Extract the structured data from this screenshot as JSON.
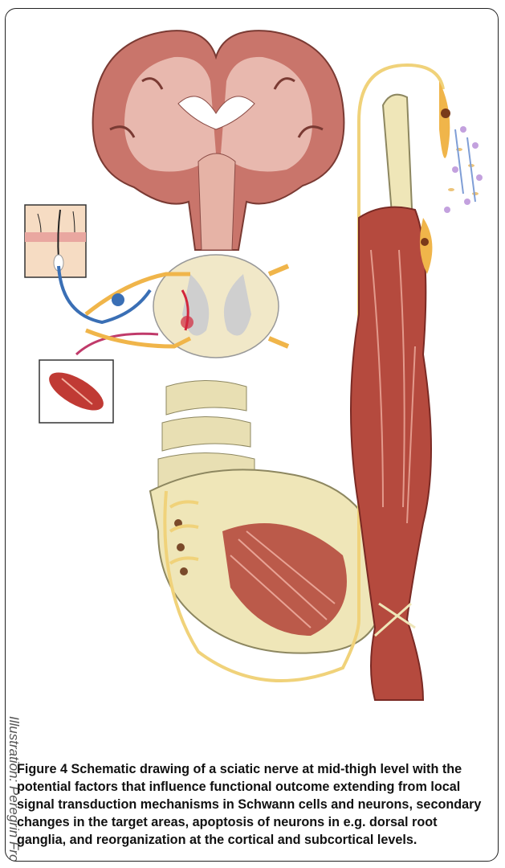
{
  "figure": {
    "label": "Figure 4",
    "caption": "Schematic drawing of a sciatic nerve at mid-thigh level with the potential factors that influence functional outcome extending from local signal transduction mechanisms in Schwann cells and neurons, secondary changes in the target areas, apoptosis of neurons in e.g. dorsal root ganglia, and reorganization at the cortical and subcortical levels.",
    "credit": "Illustration: Peregrin Frost"
  },
  "colors": {
    "brain_tissue": "#c9756b",
    "brain_white": "#f2cfc4",
    "nerve": "#f0d27a",
    "muscle": "#b54a3e",
    "bone": "#efe6b8",
    "spinal_gray": "#c9c9c9",
    "frame_border": "#222222"
  }
}
